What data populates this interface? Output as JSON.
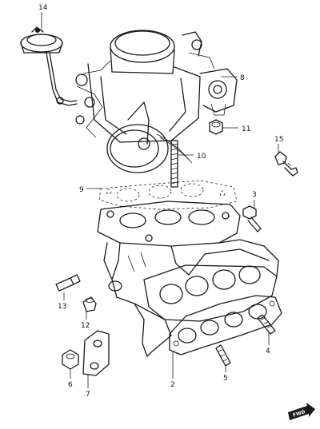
{
  "callouts": {
    "c14": "14",
    "c8": "8",
    "c11": "11",
    "c15": "15",
    "c10": "10",
    "c9": "9",
    "c3": "3",
    "c13": "13",
    "c12": "12",
    "c4": "4",
    "c5": "5",
    "c2": "2",
    "c6": "6",
    "c7": "7"
  },
  "fwd_marker": {
    "label": "FWD",
    "icon": "forward-arrow-icon"
  }
}
